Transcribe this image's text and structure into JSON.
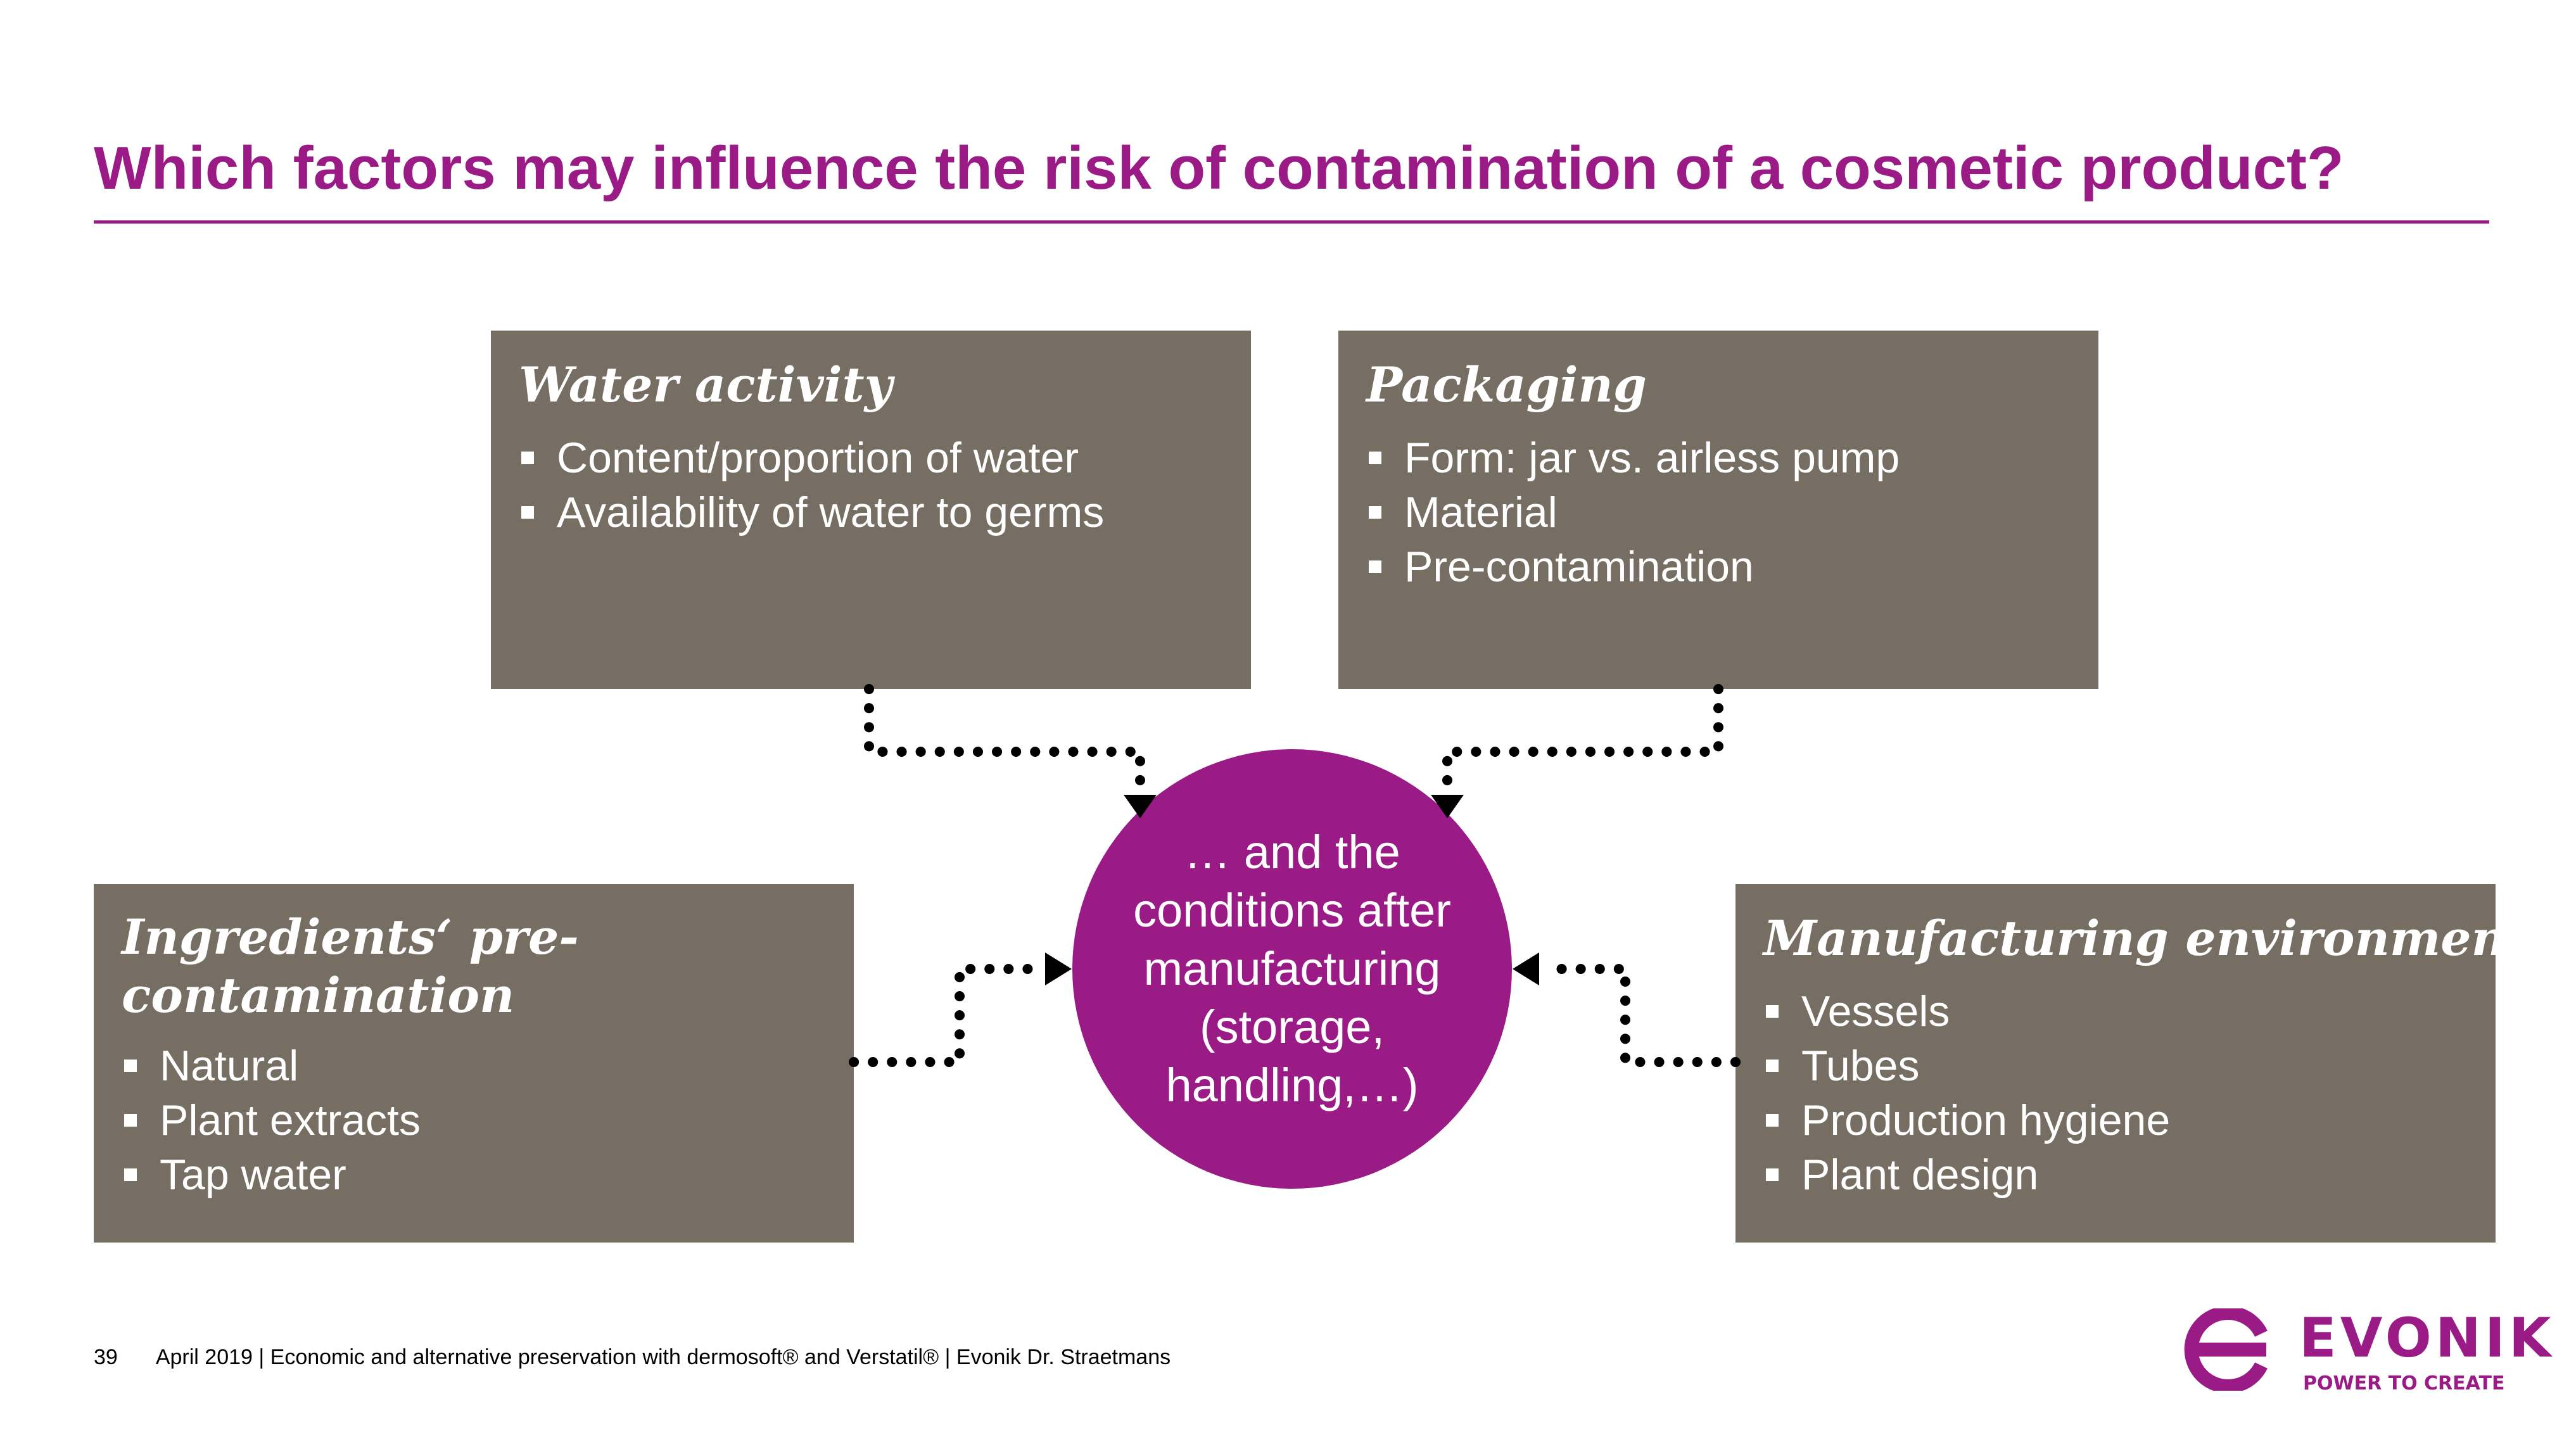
{
  "title": "Which factors may influence the risk of contamination of a cosmetic product?",
  "boxes": {
    "water_activity": {
      "heading": "Water activity",
      "items": [
        "Content/proportion of water",
        "Availability of water to germs"
      ]
    },
    "packaging": {
      "heading": "Packaging",
      "items": [
        "Form: jar vs. airless pump",
        "Material",
        "Pre-contamination"
      ]
    },
    "ingredients": {
      "heading": "Ingredients‘ pre-\ncontamination",
      "items": [
        "Natural",
        "Plant extracts",
        "Tap water"
      ]
    },
    "manufacturing": {
      "heading": "Manufacturing environment",
      "items": [
        "Vessels",
        "Tubes",
        "Production hygiene",
        "Plant design"
      ]
    }
  },
  "center": {
    "text": "… and the\nconditions after\nmanufacturing\n(storage,\nhandling,…)"
  },
  "footer": {
    "page": "39",
    "text": "April 2019 | Economic and alternative preservation with dermosoft® and Verstatil® | Evonik Dr. Straetmans"
  },
  "logo": {
    "wordmark": "EVONIK",
    "tagline": "POWER TO CREATE"
  },
  "colors": {
    "accent": "#9a1a86",
    "box": "#766d63",
    "connector": "#000000"
  }
}
